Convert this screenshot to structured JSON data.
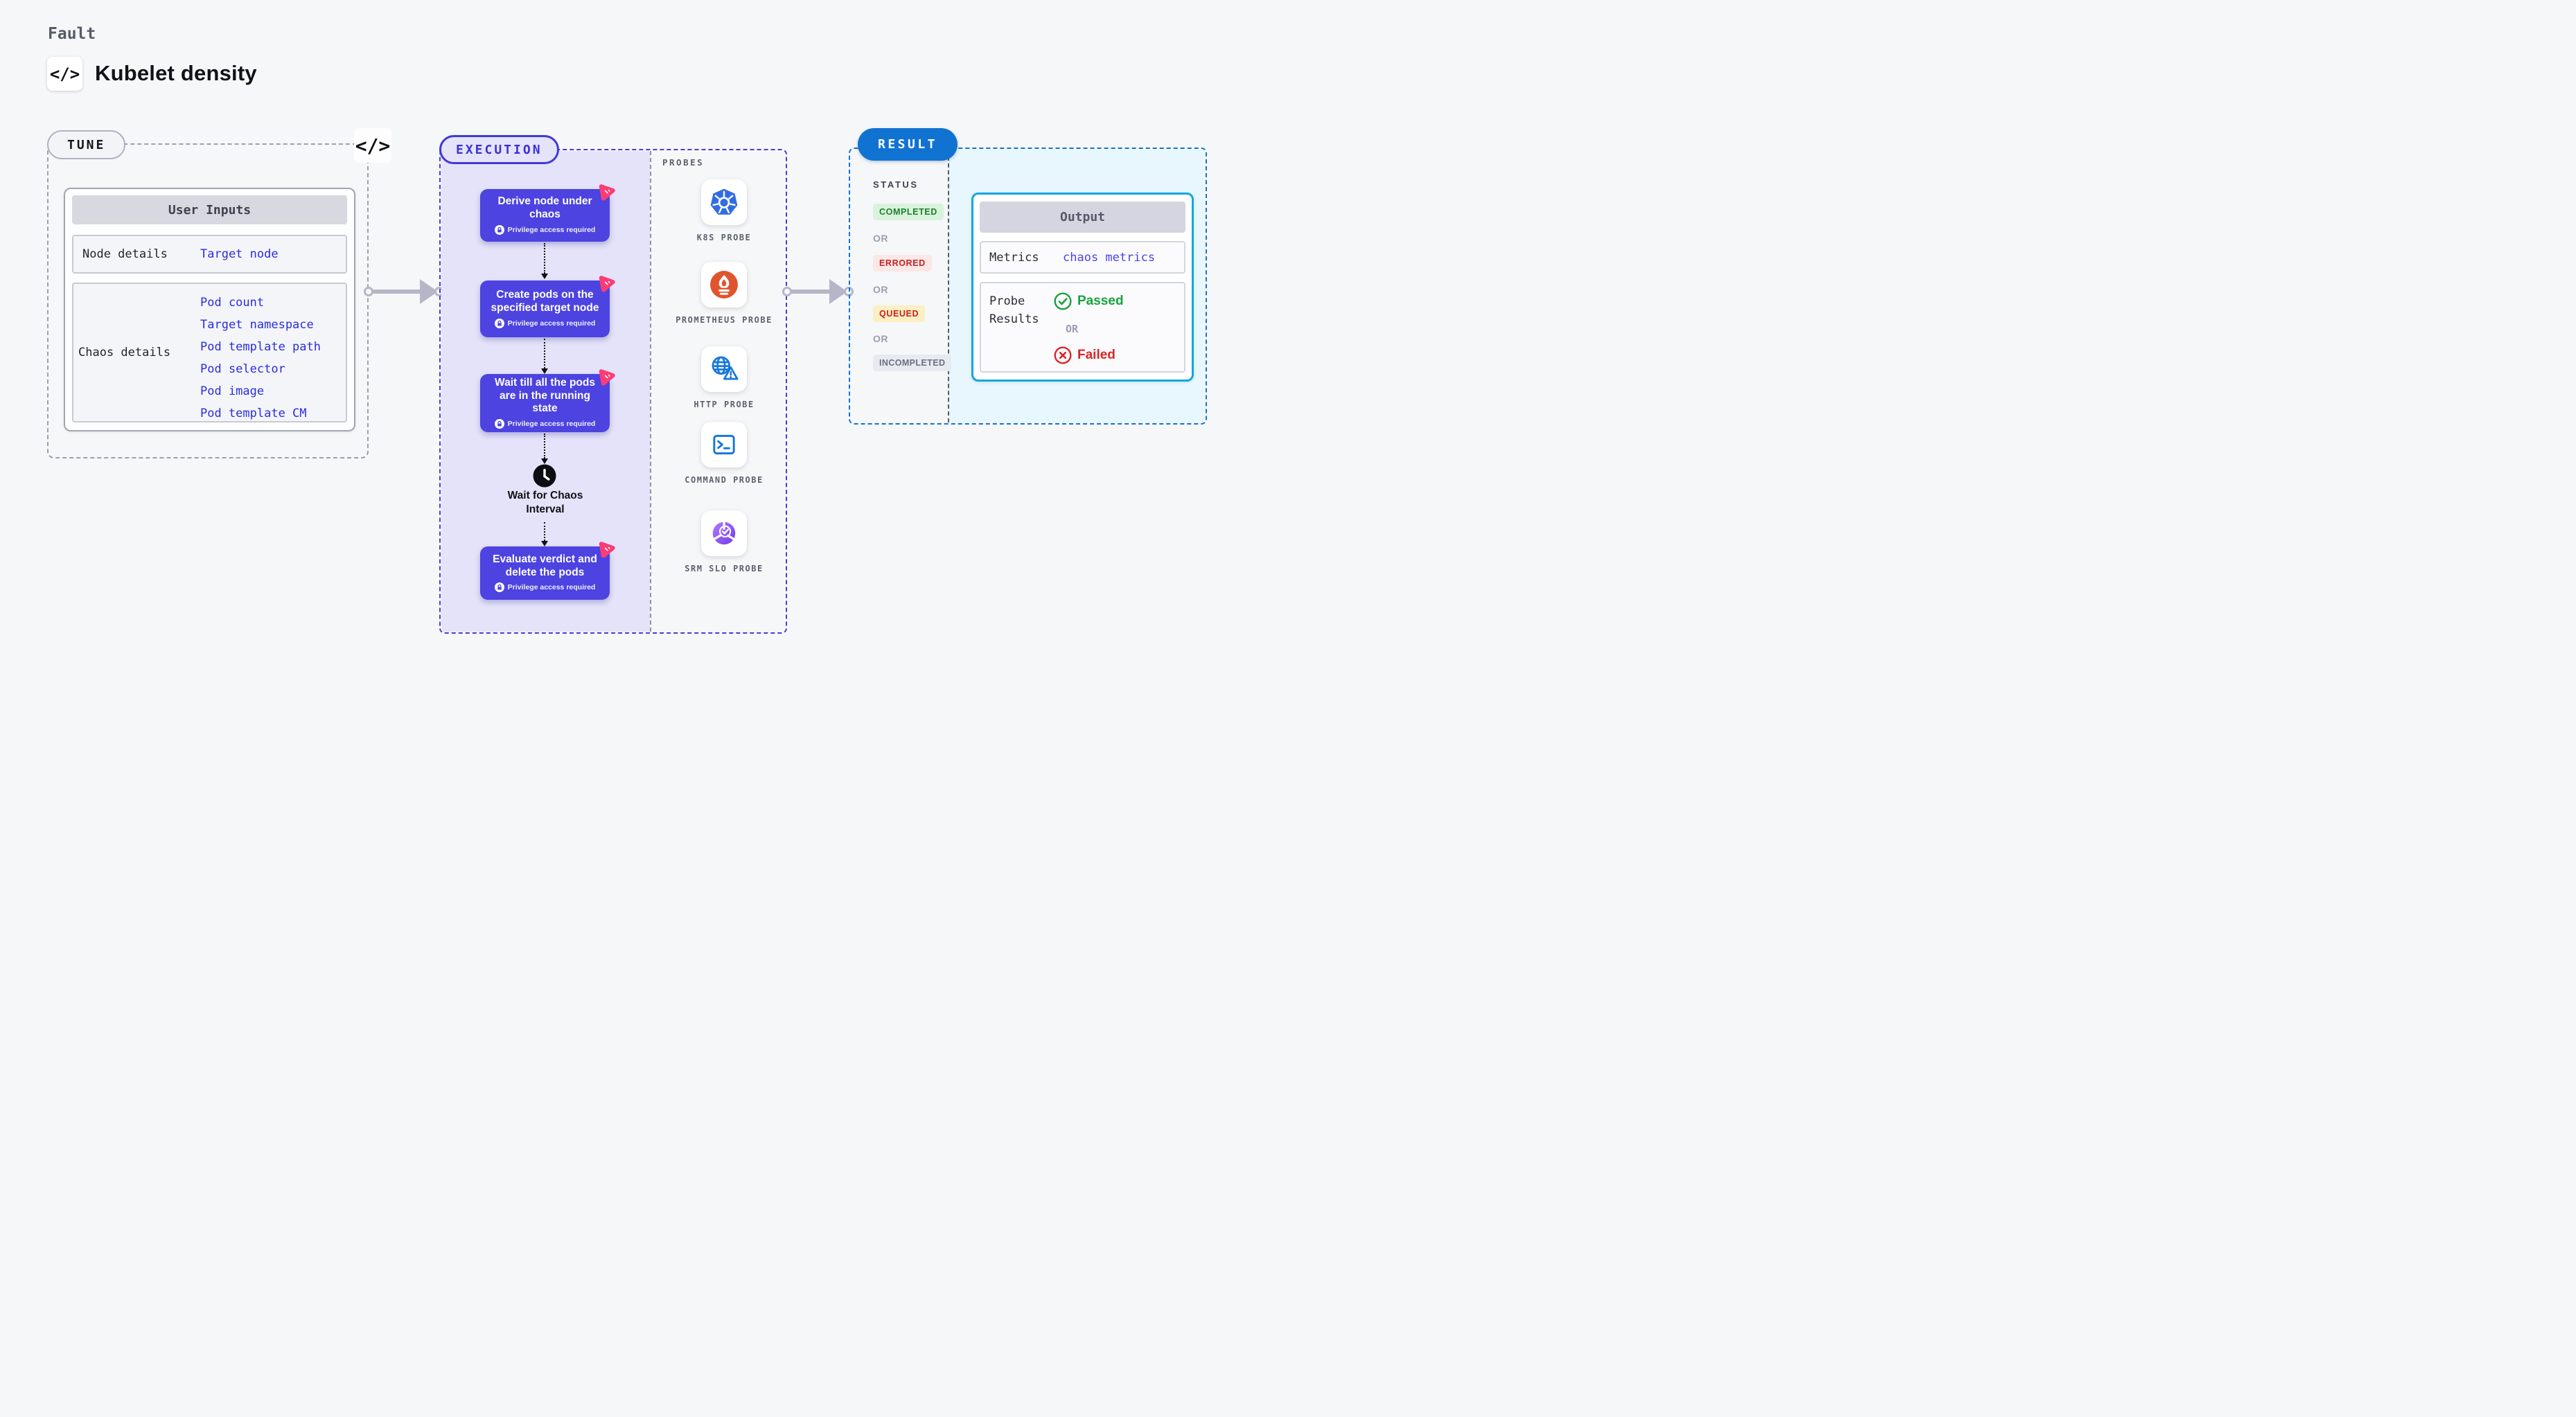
{
  "header": {
    "category": "Fault",
    "title": "Kubelet density",
    "code_icon": "</>"
  },
  "tune": {
    "badge": "TUNE",
    "code_icon": "</>",
    "user_inputs": {
      "title": "User Inputs",
      "rows": [
        {
          "label": "Node details",
          "values": [
            "Target node"
          ]
        },
        {
          "label": "Chaos details",
          "values": [
            "Pod count",
            "Target namespace",
            "Pod template path",
            "Pod selector",
            "Pod image",
            "Pod template CM"
          ]
        }
      ]
    }
  },
  "execution": {
    "badge": "EXECUTION",
    "steps": [
      {
        "title": "Derive node under chaos",
        "note": "Privilege access required"
      },
      {
        "title": "Create pods on the specified target node",
        "note": "Privilege access required"
      },
      {
        "title": "Wait till all the pods are in the running state",
        "note": "Privilege access required"
      },
      {
        "title": "Evaluate verdict and delete the pods",
        "note": "Privilege access required"
      }
    ],
    "wait_label": "Wait for Chaos Interval"
  },
  "probes": {
    "title": "PROBES",
    "items": [
      {
        "label": "K8S PROBE",
        "icon": "kubernetes-icon"
      },
      {
        "label": "PROMETHEUS PROBE",
        "icon": "prometheus-icon"
      },
      {
        "label": "HTTP PROBE",
        "icon": "globe-warning-icon"
      },
      {
        "label": "COMMAND PROBE",
        "icon": "terminal-icon"
      },
      {
        "label": "SRM SLO PROBE",
        "icon": "slo-donut-check-icon"
      }
    ]
  },
  "result": {
    "badge": "RESULT",
    "status_title": "STATUS",
    "or_label": "OR",
    "statuses": [
      {
        "label": "COMPLETED",
        "variant": "green"
      },
      {
        "label": "ERRORED",
        "variant": "red"
      },
      {
        "label": "QUEUED",
        "variant": "yellow"
      },
      {
        "label": "INCOMPLETED",
        "variant": "gray"
      }
    ],
    "output": {
      "title": "Output",
      "metrics_label": "Metrics",
      "metrics_value": "chaos metrics",
      "probe_results_label": "Probe Results",
      "passed_label": "Passed",
      "or_label": "OR",
      "failed_label": "Failed"
    }
  },
  "colors": {
    "page_bg": "#F6F7F9",
    "indigo_accent": "#4C43E0",
    "execution_panel_bg": "#E4E3F9",
    "result_blue": "#1173D1",
    "output_border_cyan": "#12A7DF",
    "result_panel_bg": "#E8F6FD",
    "link_blue": "#2B2BE2",
    "metrics_link": "#4B43E8",
    "passed_green": "#17A33B",
    "failed_red": "#DB2424",
    "completed_badge": "#D8F3DC",
    "errored_badge": "#FCE7E7",
    "queued_badge": "#FCEFC4",
    "incompleted_badge": "#E8EAF1",
    "pink_corner_badge": "#FB3D75",
    "k8s_blue": "#326CE5",
    "prometheus_orange": "#E0542E",
    "arrow_gray": "#B5B6C8"
  }
}
